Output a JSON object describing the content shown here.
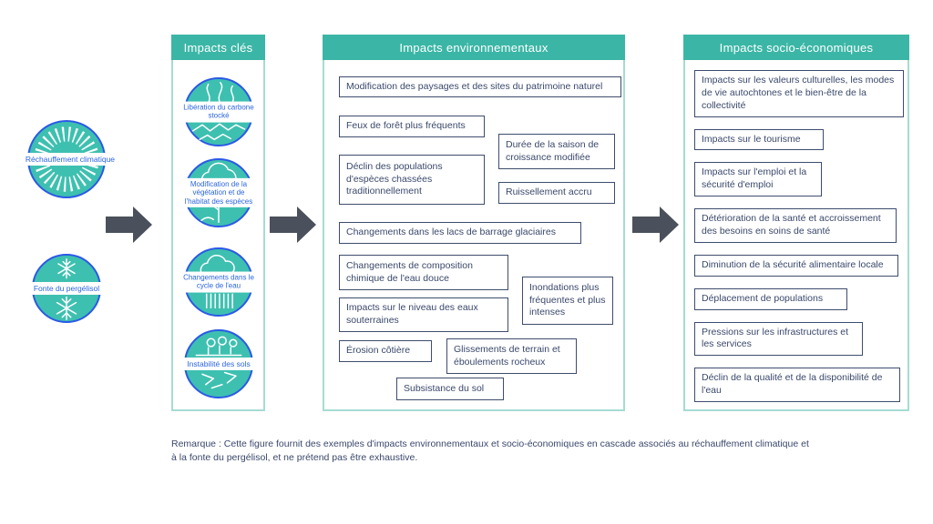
{
  "palette": {
    "header_teal": "#3BB6A6",
    "panel_border": "#A6DCD2",
    "box_border": "#3E4C6D",
    "box_text": "#3A486B",
    "circle_fill": "#3EC0B0",
    "circle_border": "#2B59E6",
    "circle_label_blue": "#2B66E0",
    "arrow_gray": "#4A515C"
  },
  "sources": [
    {
      "label": "Réchauffement climatique",
      "icon": "sun-icon"
    },
    {
      "label": "Fonte du pergélisol",
      "icon": "snowflake-icon"
    }
  ],
  "key_impacts": {
    "title": "Impacts clés",
    "items": [
      {
        "label": "Libération du carbone stocké",
        "icon": "carbon-smoke-icon"
      },
      {
        "label": "Modification de la végétation et de l'habitat des espèces",
        "icon": "tree-icon"
      },
      {
        "label": "Changements dans le cycle de l'eau",
        "icon": "rain-cloud-icon"
      },
      {
        "label": "Instabilité des sols",
        "icon": "cracked-soil-icon"
      }
    ]
  },
  "environmental": {
    "title": "Impacts environnementaux",
    "boxes": [
      "Modification des paysages et des sites du patrimoine naturel",
      "Feux de forêt plus fréquents",
      "Durée de la saison de croissance modifiée",
      "Déclin des populations d'espèces chassées traditionnellement",
      "Ruissellement accru",
      "Changements dans les lacs de barrage glaciaires",
      "Changements de composition chimique de l'eau douce",
      "Inondations plus fréquentes et plus intenses",
      "Impacts sur le niveau des eaux souterraines",
      "Érosion côtière",
      "Glissements de terrain et éboulements rocheux",
      "Subsistance du sol"
    ]
  },
  "socioeconomic": {
    "title": "Impacts socio-économiques",
    "boxes": [
      "Impacts sur les valeurs culturelles, les modes de vie autochtones et le bien-être de la collectivité",
      "Impacts sur le tourisme",
      "Impacts sur l'emploi et la sécurité d'emploi",
      "Détérioration de la santé et accroissement des besoins en soins de santé",
      "Diminution de la sécurité alimentaire locale",
      "Déplacement de populations",
      "Pressions sur les infrastructures et les services",
      "Déclin de la qualité et de la disponibilité de l'eau"
    ]
  },
  "note": "Remarque : Cette figure fournit des exemples d'impacts environnementaux et socio-économiques en cascade associés au réchauffement climatique et à la fonte du pergélisol, et ne prétend pas être exhaustive."
}
